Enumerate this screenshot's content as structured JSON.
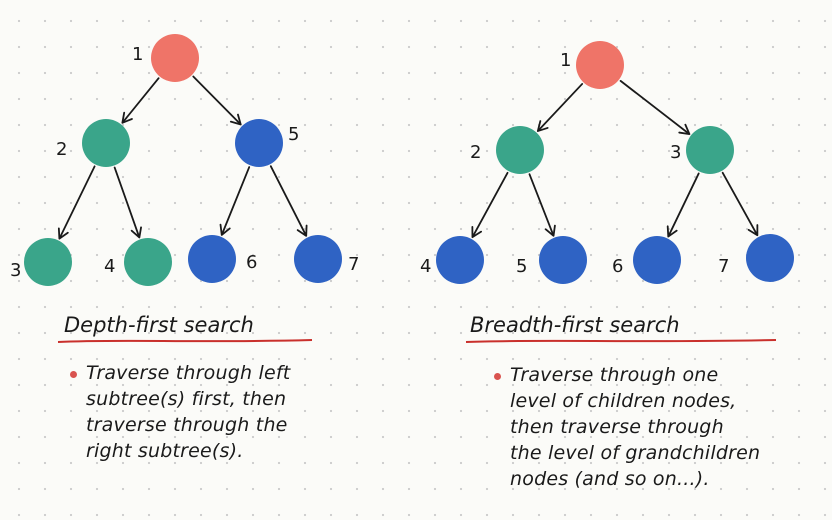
{
  "colors": {
    "root": "#ef7468",
    "green": "#3aa58a",
    "blue": "#2f63c4",
    "underline": "#c9302c",
    "bullet": "#d9534f",
    "ink": "#1a1a1a"
  },
  "dfs": {
    "title": "Depth-first search",
    "nodes": [
      {
        "id": "1",
        "label": "1",
        "color": "root"
      },
      {
        "id": "2",
        "label": "2",
        "color": "green"
      },
      {
        "id": "5",
        "label": "5",
        "color": "blue"
      },
      {
        "id": "3",
        "label": "3",
        "color": "green"
      },
      {
        "id": "4",
        "label": "4",
        "color": "green"
      },
      {
        "id": "6",
        "label": "6",
        "color": "blue"
      },
      {
        "id": "7",
        "label": "7",
        "color": "blue"
      }
    ],
    "edges": [
      [
        "1",
        "2"
      ],
      [
        "1",
        "5"
      ],
      [
        "2",
        "3"
      ],
      [
        "2",
        "4"
      ],
      [
        "5",
        "6"
      ],
      [
        "5",
        "7"
      ]
    ],
    "description": [
      "Traverse through left",
      "subtree(s) first, then",
      "traverse through the",
      "right subtree(s)."
    ]
  },
  "bfs": {
    "title": "Breadth-first search",
    "nodes": [
      {
        "id": "1",
        "label": "1",
        "color": "root"
      },
      {
        "id": "2",
        "label": "2",
        "color": "green"
      },
      {
        "id": "3",
        "label": "3",
        "color": "green"
      },
      {
        "id": "4",
        "label": "4",
        "color": "blue"
      },
      {
        "id": "5",
        "label": "5",
        "color": "blue"
      },
      {
        "id": "6",
        "label": "6",
        "color": "blue"
      },
      {
        "id": "7",
        "label": "7",
        "color": "blue"
      }
    ],
    "edges": [
      [
        "1",
        "2"
      ],
      [
        "1",
        "3"
      ],
      [
        "2",
        "4"
      ],
      [
        "2",
        "5"
      ],
      [
        "3",
        "6"
      ],
      [
        "3",
        "7"
      ]
    ],
    "description": [
      "Traverse through one",
      "level of children nodes,",
      "then traverse through",
      "the level of grandchildren",
      "nodes (and so on...)."
    ]
  }
}
